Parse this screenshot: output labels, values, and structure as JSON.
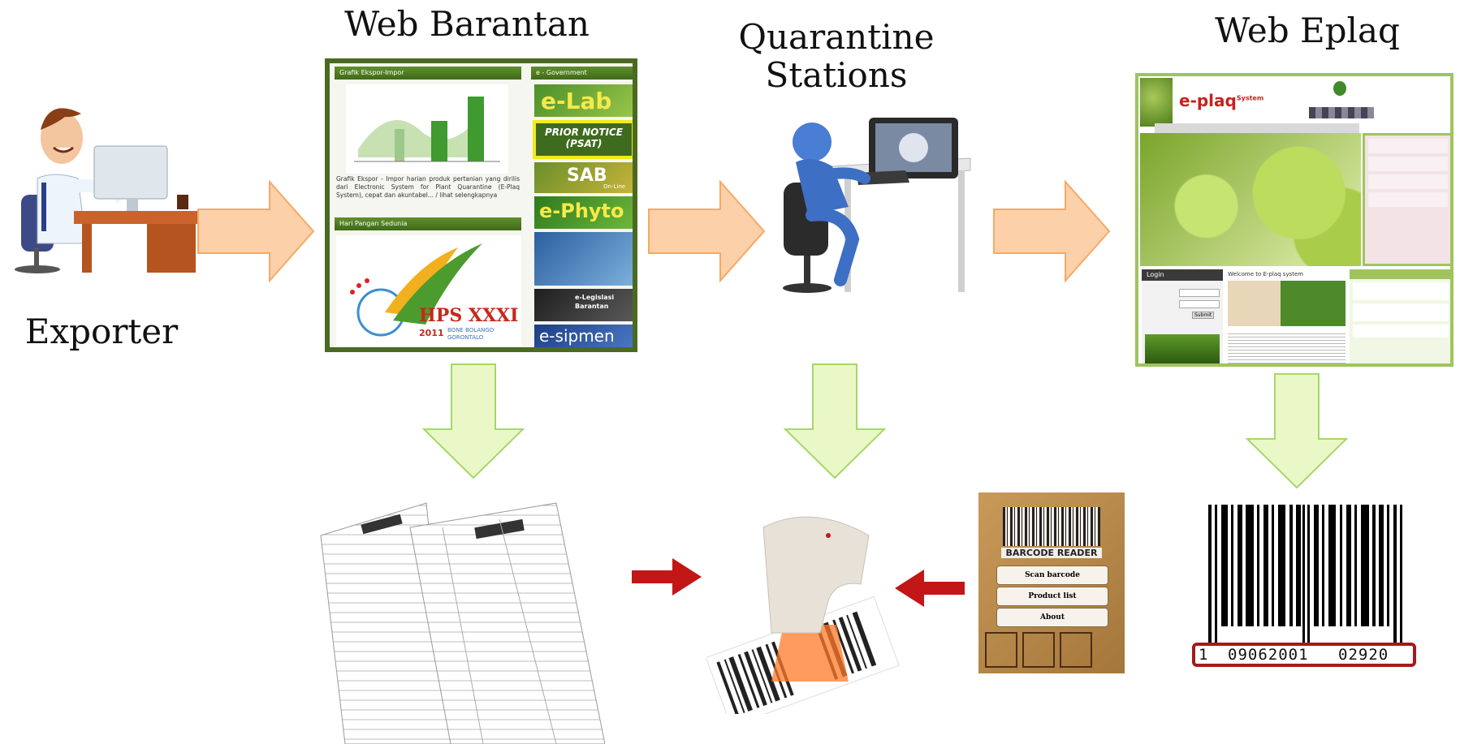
{
  "labels": {
    "exporter": "Exporter",
    "web_barantan": "Web Barantan",
    "quarantine_line1": "Quarantine",
    "quarantine_line2": "Stations",
    "web_eplaq": "Web Eplaq"
  },
  "barantan": {
    "header_left": "Grafik Ekspor-Impor",
    "header_right": "e - Government",
    "body_text": "Grafik Ekspor - Impor harian produk pertanian yang dirilis dari Electronic System for Plant Quarantine (E-Plaq System), cepat dan akuntabel... / lihat selengkapnya",
    "section2": "Hari Pangan Sedunia",
    "hps_title": "HPS XXXI",
    "hps_sub1": "BONE BOLANGO",
    "hps_sub2": "GORONTALO",
    "hps_year": "2011",
    "tiles": {
      "elab": "e-Lab",
      "prior1": "PRIOR NOTICE",
      "prior2": "(PSAT)",
      "sab": "SAB",
      "sab_sub": "On-Line",
      "ephyto": "e-Phyto",
      "elegislasi1": "e-Legislasi",
      "elegislasi2": "Barantan",
      "esipmen": "e-sipmen"
    }
  },
  "eplaq": {
    "logo": "e-plaq",
    "logo_sup": "System",
    "login_title": "Login",
    "welcome": "Welcome to E-plaq system",
    "submit": "Submit"
  },
  "barcode_app": {
    "title": "BARCODE READER",
    "btn_scan": "Scan barcode",
    "btn_product": "Product list",
    "btn_about": "About"
  },
  "barcode": {
    "d1": "1",
    "d2": "09062001",
    "d3": "02920"
  },
  "colors": {
    "orange_arrow": "#fcd0a8",
    "orange_arrow_stroke": "#f7a965",
    "green_arrow": "#eaf8c8",
    "green_arrow_stroke": "#a5d865",
    "red_arrow": "#c31616",
    "barantan_border": "#4a6a22",
    "eplaq_border": "#9fc45e"
  }
}
